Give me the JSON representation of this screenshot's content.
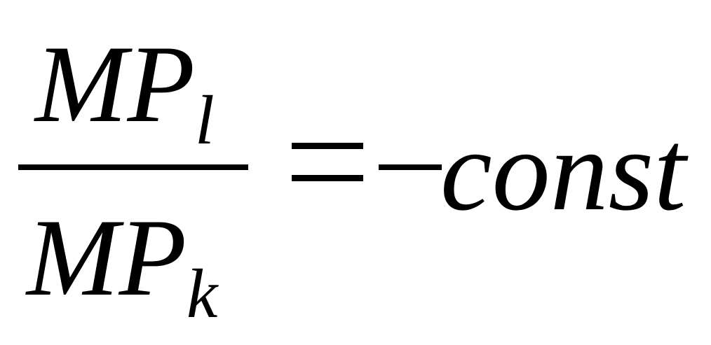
{
  "equation": {
    "numerator": {
      "base": "MP",
      "subscript": "l"
    },
    "denominator": {
      "base": "MP",
      "subscript": "k"
    },
    "relation": "=",
    "sign": "−",
    "rhs": "const"
  }
}
